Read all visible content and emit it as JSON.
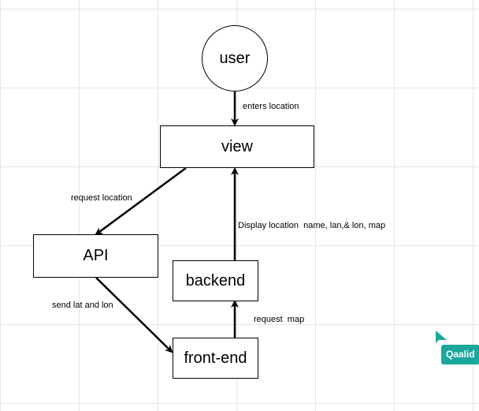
{
  "diagram": {
    "nodes": {
      "user": "user",
      "view": "view",
      "api": "API",
      "backend": "backend",
      "frontend": "front-end"
    },
    "edge_labels": {
      "user_to_view": "enters location",
      "view_to_api": "request location",
      "backend_to_view": "Display location  name, lan,& lon, map",
      "api_to_frontend": "send lat and lon",
      "frontend_to_backend": "request  map"
    }
  },
  "collaborator": {
    "name": "Qaalid",
    "color": "#1aa89c"
  }
}
